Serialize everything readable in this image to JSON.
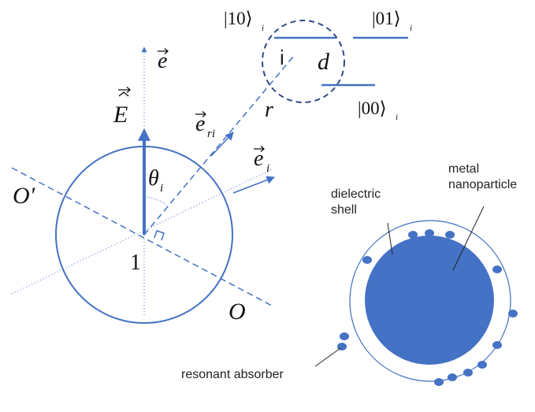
{
  "colors": {
    "accent": "#4472C4",
    "text": "#111111",
    "label_text": "#222222"
  },
  "labels": {
    "ket_10": "|10⟩",
    "ket_10_sub": "i",
    "ket_01": "|01⟩",
    "ket_01_sub": "i",
    "ket_00": "|00⟩",
    "ket_00_sub": "i",
    "atom_i": "i",
    "dipole_d": "d",
    "distance_r": "r",
    "vec_e": "e",
    "field_E": "E",
    "vec_e_ri": "e",
    "vec_e_ri_sub": "ri",
    "vec_e_i": "e",
    "vec_e_i_sub": "i",
    "theta": "θ",
    "theta_sub": "i",
    "axis_O_prime": "O'",
    "axis_O": "O",
    "center_1": "1",
    "dielectric_shell": [
      "dielectric",
      "shell"
    ],
    "metal_nanoparticle": [
      "metal",
      "nanoparticle"
    ],
    "resonant_absorber": "resonant absorber"
  }
}
